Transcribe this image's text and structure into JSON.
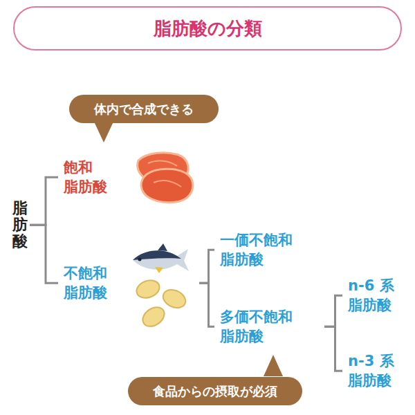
{
  "diagram": {
    "title": "脂肪酸の分類",
    "nodes": [
      {
        "text": [
          "脂肪酸"
        ]
      },
      {
        "text": [
          "体内で合成できる"
        ]
      },
      {
        "text": [
          "飽和 脂肪酸"
        ]
      },
      {
        "text": [
          "不飽和 脂肪酸"
        ]
      },
      {
        "text": [
          "一価不飽和 脂肪酸"
        ]
      },
      {
        "text": [
          "多価不飽和 脂肪酸"
        ]
      },
      {
        "text": [
          "食品からの摂取が必須"
        ]
      },
      {
        "text": [
          "n-6 系 脂肪酸"
        ]
      },
      {
        "text": [
          "n-3 系 脂肪酸"
        ]
      }
    ],
    "edges": [
      {
        "from": 0,
        "to": 2,
        "arrow": "none"
      },
      {
        "from": 0,
        "to": 3,
        "arrow": "none"
      },
      {
        "from": 3,
        "to": 4,
        "arrow": "none"
      },
      {
        "from": 3,
        "to": 5,
        "arrow": "none"
      },
      {
        "from": 5,
        "to": 7,
        "arrow": "none"
      },
      {
        "from": 5,
        "to": 8,
        "arrow": "none"
      }
    ]
  }
}
